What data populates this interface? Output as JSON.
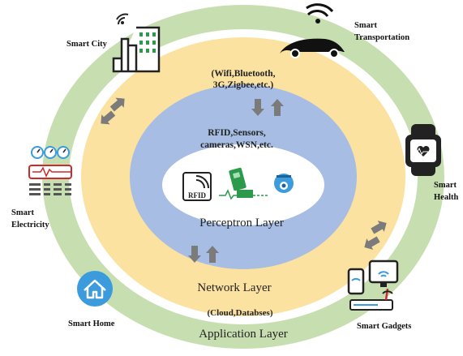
{
  "layers": {
    "perception": "Perceptron Layer",
    "network": "Network Layer",
    "application": "Application Layer"
  },
  "network_tech": [
    "(Wifi,Bluetooth,",
    "3G,Zigbee,etc.)"
  ],
  "sensing_tech": [
    "RFID,Sensors,",
    "cameras,WSN,etc."
  ],
  "application_tech": "(Cloud,Databses)",
  "rfid_tag": "RFID",
  "nodes": {
    "city": [
      "Smart City"
    ],
    "transport": [
      "Smart",
      "Transportation"
    ],
    "health": [
      "Smart",
      "Health"
    ],
    "electricity": [
      "Smart",
      "Electricity"
    ],
    "home": [
      "Smart Home"
    ],
    "gadgets": [
      "Smart Gadgets"
    ]
  },
  "colors": {
    "outer_ring": "#c7dfb0",
    "middle_ring": "#fbe2a0",
    "inner_ellipse": "#a7bde4",
    "core": "#ffffff",
    "arrow": "#7b7b7b",
    "icon_blue": "#3b9bdc",
    "icon_dark": "#222222",
    "icon_green": "#2c9a4b",
    "icon_red": "#cc2b2b"
  },
  "icons": [
    "building-icon",
    "car-icon",
    "smartwatch-icon",
    "electric-meter-icon",
    "home-icon",
    "gadgets-icon",
    "rfid-icon",
    "sensor-board-icon",
    "camera-icon"
  ]
}
